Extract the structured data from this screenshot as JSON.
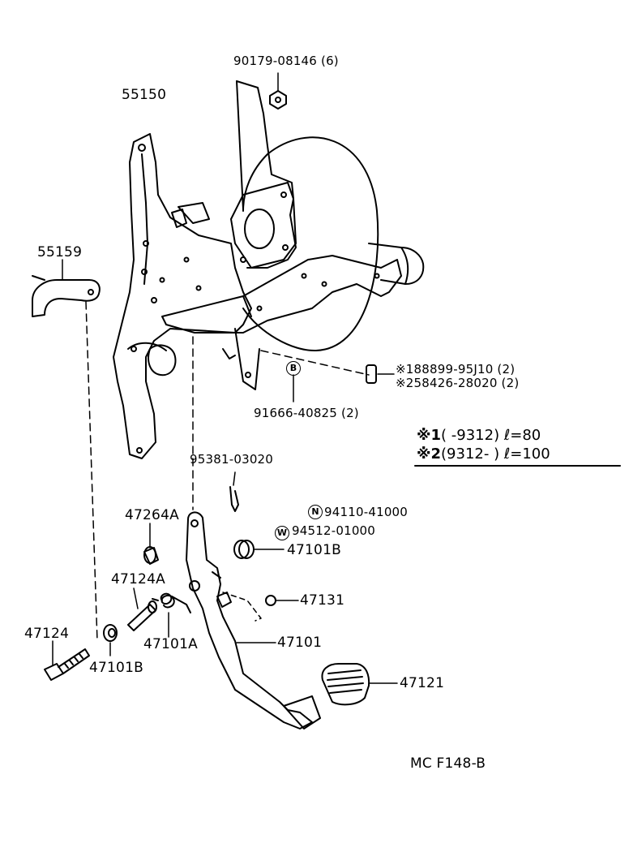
{
  "labels": {
    "p90179": "90179-08146 (6)",
    "p55150": "55150",
    "p55159": "55159",
    "p88899": "※188899-95J10 (2)",
    "p58426": "※258426-28020 (2)",
    "p91666": "91666-40825 (2)",
    "p95381": "95381-03020",
    "p94110": "94110-41000",
    "p94512": "94512-01000",
    "p47264A": "47264A",
    "p47101B_top": "47101B",
    "p47124A": "47124A",
    "p47131": "47131",
    "p47124": "47124",
    "p47101A": "47101A",
    "p47101": "47101",
    "p47101B_bottom": "47101B",
    "p47121": "47121"
  },
  "markers": {
    "b": "B",
    "n": "N",
    "w": "W"
  },
  "notes": {
    "n1_mark": "※1",
    "n1_text": "(        -9312)  ℓ=80",
    "n2_mark": "※2",
    "n2_text": "(9312-        )  ℓ=100"
  },
  "footer": {
    "code": "MC F148-B"
  }
}
